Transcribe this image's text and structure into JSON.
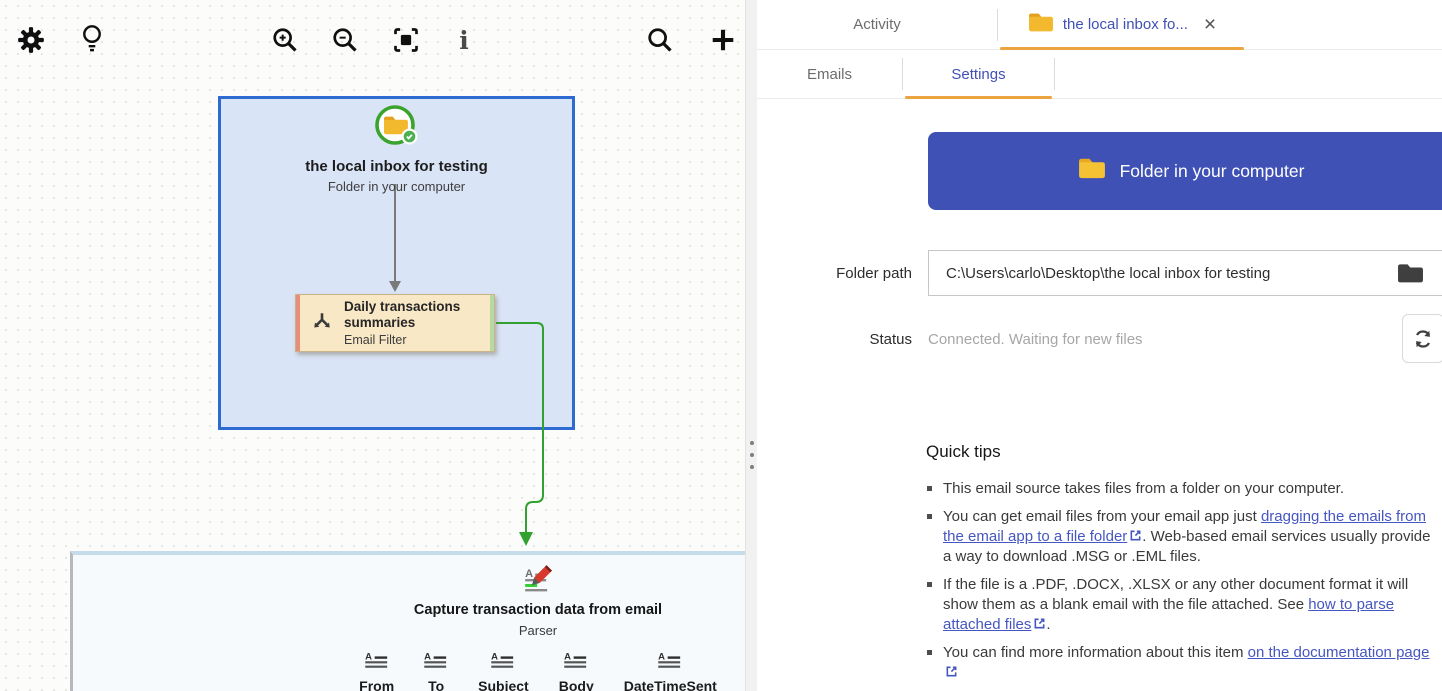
{
  "colors": {
    "accent_indigo": "#3f51b5",
    "accent_orange": "#eca440",
    "selection_blue": "#2e6bd0",
    "connector_green": "#31a12f",
    "folder_yellow": "#f2b92f"
  },
  "canvas": {
    "toolbar_icons": [
      "settings-gear",
      "idea-bulb",
      "zoom-in",
      "zoom-out",
      "fit-view",
      "info",
      "search",
      "add-plus"
    ],
    "source_node": {
      "title": "the local inbox for testing",
      "subtitle": "Folder in your computer"
    },
    "filter_node": {
      "title": "Daily transactions summaries",
      "subtitle": "Email Filter"
    },
    "parser_node": {
      "title": "Capture transaction data from email",
      "subtitle": "Parser",
      "fields": [
        "From",
        "To",
        "Subject",
        "Body",
        "DateTimeSent"
      ]
    }
  },
  "panel": {
    "tab_activity": "Activity",
    "tab_item": "the local inbox fo...",
    "tab_close": "×",
    "subtab_emails": "Emails",
    "subtab_settings": "Settings",
    "source_button": "Folder in your computer",
    "folder_path_label": "Folder path",
    "folder_path_value": "C:\\Users\\carlo\\Desktop\\the local inbox for testing",
    "status_label": "Status",
    "status_value": "Connected. Waiting for new files",
    "quick_tips_heading": "Quick tips",
    "tips": [
      {
        "text": "This email source takes files from a folder on your computer."
      },
      {
        "pre": "You can get email files from your email app just ",
        "link": "dragging the emails from the email app to a file folder",
        "post": ". Web-based email services usually provide a way to download .MSG or .EML files."
      },
      {
        "pre": "If the file is a .PDF, .DOCX, .XLSX or any other document format it will show them as a blank email with the file attached. See ",
        "link": "how to parse attached files",
        "post": "."
      },
      {
        "pre": "You can find more information about this item ",
        "link": "on the documentation page",
        "post": ""
      }
    ]
  }
}
